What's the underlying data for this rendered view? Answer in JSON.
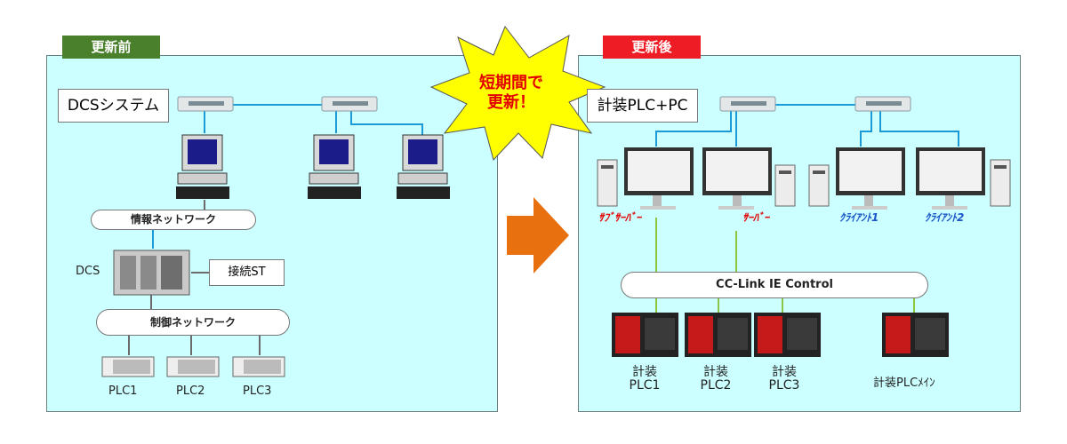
{
  "before": {
    "tag": "更新前",
    "system_label": "DCSシステム",
    "info_network": "情報ネットワーク",
    "dcs_label": "DCS",
    "connect_st": "接続ST",
    "control_network": "制御ネットワーク",
    "plcs": [
      "PLC1",
      "PLC2",
      "PLC3"
    ]
  },
  "after": {
    "tag": "更新後",
    "system_label": "計装PLC+PC",
    "sub_server": "ｻﾌﾞｻｰﾊﾞｰ",
    "server": "ｻｰﾊﾞｰ",
    "client1": "ｸﾗｲｱﾝﾄ1",
    "client2": "ｸﾗｲｱﾝﾄ2",
    "network": "CC-Link IE Control",
    "plc1_top": "計装",
    "plc1_bottom": "PLC1",
    "plc2_top": "計装",
    "plc2_bottom": "PLC2",
    "plc3_top": "計装",
    "plc3_bottom": "PLC3",
    "plc_main": "計装PLCﾒｲﾝ"
  },
  "burst": {
    "line1": "短期間で",
    "line2": "更新！"
  },
  "colors": {
    "panel_bg": "#ccffff",
    "before_tag": "#4a7f2c",
    "after_tag": "#ee1c24",
    "burst_fill": "#ffff00",
    "arrow": "#e8700e",
    "net_line_blue": "#1c9ad6",
    "net_line_green": "#8cc63f"
  }
}
